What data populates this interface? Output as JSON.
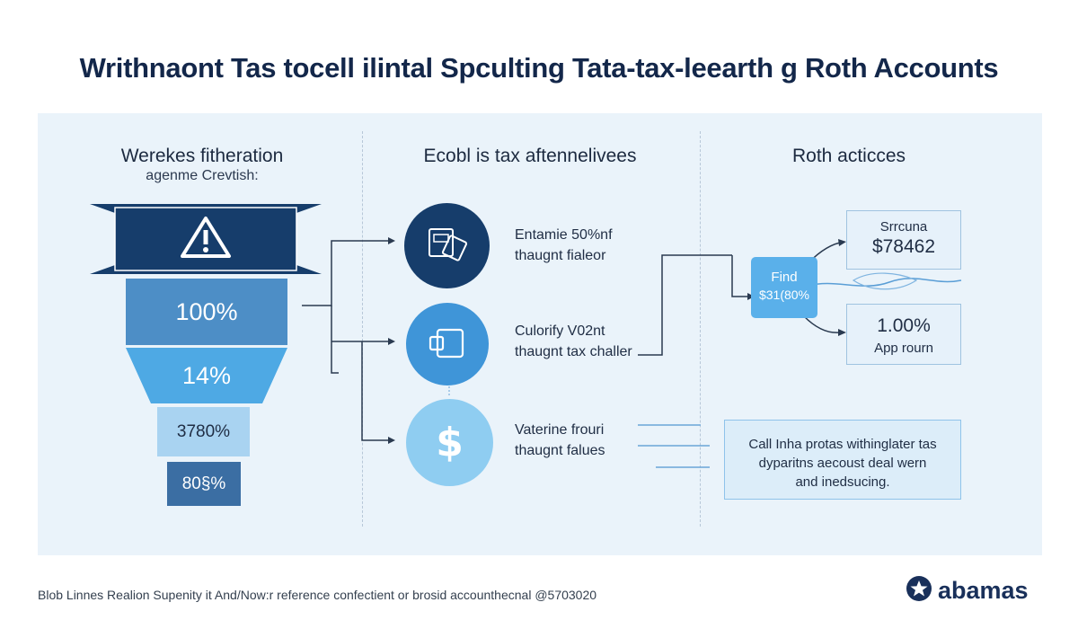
{
  "title": "Writhnaont Tas tocell ilintal Spculting Tata-tax-leearth ɡ Roth Accounts",
  "columns": {
    "left": {
      "heading": "Werekes fitheration",
      "subheading": "agenme Crevtish:",
      "tiers": [
        "100%",
        "14%",
        "3780%",
        "80§%"
      ]
    },
    "middle": {
      "heading": "Ecobl is tax aftennelivees",
      "steps": [
        {
          "line1": "Entamie 50%nf",
          "line2": "thaugnt fialeor",
          "icon": "cards-icon"
        },
        {
          "line1": "Culorify V02nt",
          "line2": "thaugnt tax challer",
          "icon": "wallet-icon"
        },
        {
          "line1": "Vaterine frouri",
          "line2": "thaugnt falues",
          "icon": "dollar-icon"
        }
      ]
    },
    "right": {
      "heading": "Roth acticces",
      "find": {
        "label": "Find",
        "value": "$31(80%"
      },
      "top_box": {
        "label": "Srrcuna",
        "value": "$78462"
      },
      "bottom_box": {
        "value": "1.00%",
        "label": "App rourn"
      },
      "note": [
        "Call Inha protas withinglater tas",
        "dyparitns aecoust deal wern",
        "and inedsucing."
      ]
    }
  },
  "footer": "Blob Linnes Realion Supenity it And/Now:r reference confectient or brosid accounthecnal @5703020",
  "brand": {
    "name": "abamas",
    "icon": "star-logo-icon"
  },
  "colors": {
    "navy": "#163d6b",
    "tier2": "#4d8ec6",
    "tier3": "#4ea9e4",
    "tier4": "#a9d3f1",
    "tier5": "#3b6ea3",
    "accent": "#5ab0ea",
    "panel": "#eaf3fa"
  }
}
